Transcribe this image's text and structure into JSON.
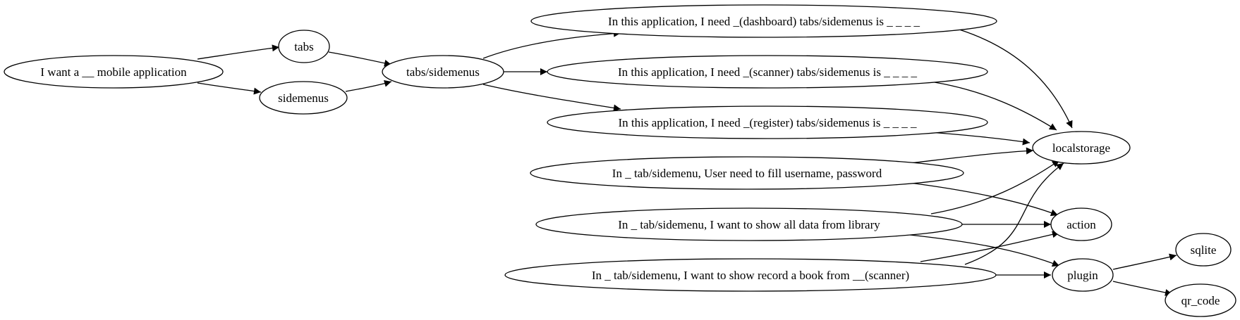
{
  "nodes": {
    "mobile_app": "I want a __ mobile application",
    "tabs": "tabs",
    "sidemenus": "sidemenus",
    "tabs_sidemenus": "tabs/sidemenus",
    "dashboard": "In this application, I need _(dashboard) tabs/sidemenus is _ _ _ _",
    "scanner": "In this application, I need _(scanner) tabs/sidemenus is _ _ _ _",
    "register": "In this application, I need _(register) tabs/sidemenus is _ _ _ _",
    "fill_user": "In _ tab/sidemenu, User need to fill username, password",
    "show_library": "In _ tab/sidemenu, I want to show all data from library",
    "record_book": "In _ tab/sidemenu, I want to show record a book from __(scanner)",
    "localstorage": "localstorage",
    "action": "action",
    "plugin": "plugin",
    "sqlite": "sqlite",
    "qr_code": "qr_code"
  },
  "edges": [
    [
      "mobile_app",
      "tabs"
    ],
    [
      "mobile_app",
      "sidemenus"
    ],
    [
      "tabs",
      "tabs_sidemenus"
    ],
    [
      "sidemenus",
      "tabs_sidemenus"
    ],
    [
      "tabs_sidemenus",
      "dashboard"
    ],
    [
      "tabs_sidemenus",
      "scanner"
    ],
    [
      "tabs_sidemenus",
      "register"
    ],
    [
      "dashboard",
      "localstorage"
    ],
    [
      "scanner",
      "localstorage"
    ],
    [
      "register",
      "localstorage"
    ],
    [
      "fill_user",
      "localstorage"
    ],
    [
      "fill_user",
      "action"
    ],
    [
      "show_library",
      "localstorage"
    ],
    [
      "show_library",
      "action"
    ],
    [
      "show_library",
      "plugin"
    ],
    [
      "record_book",
      "action"
    ],
    [
      "record_book",
      "localstorage"
    ],
    [
      "record_book",
      "plugin"
    ],
    [
      "plugin",
      "sqlite"
    ],
    [
      "plugin",
      "qr_code"
    ]
  ]
}
